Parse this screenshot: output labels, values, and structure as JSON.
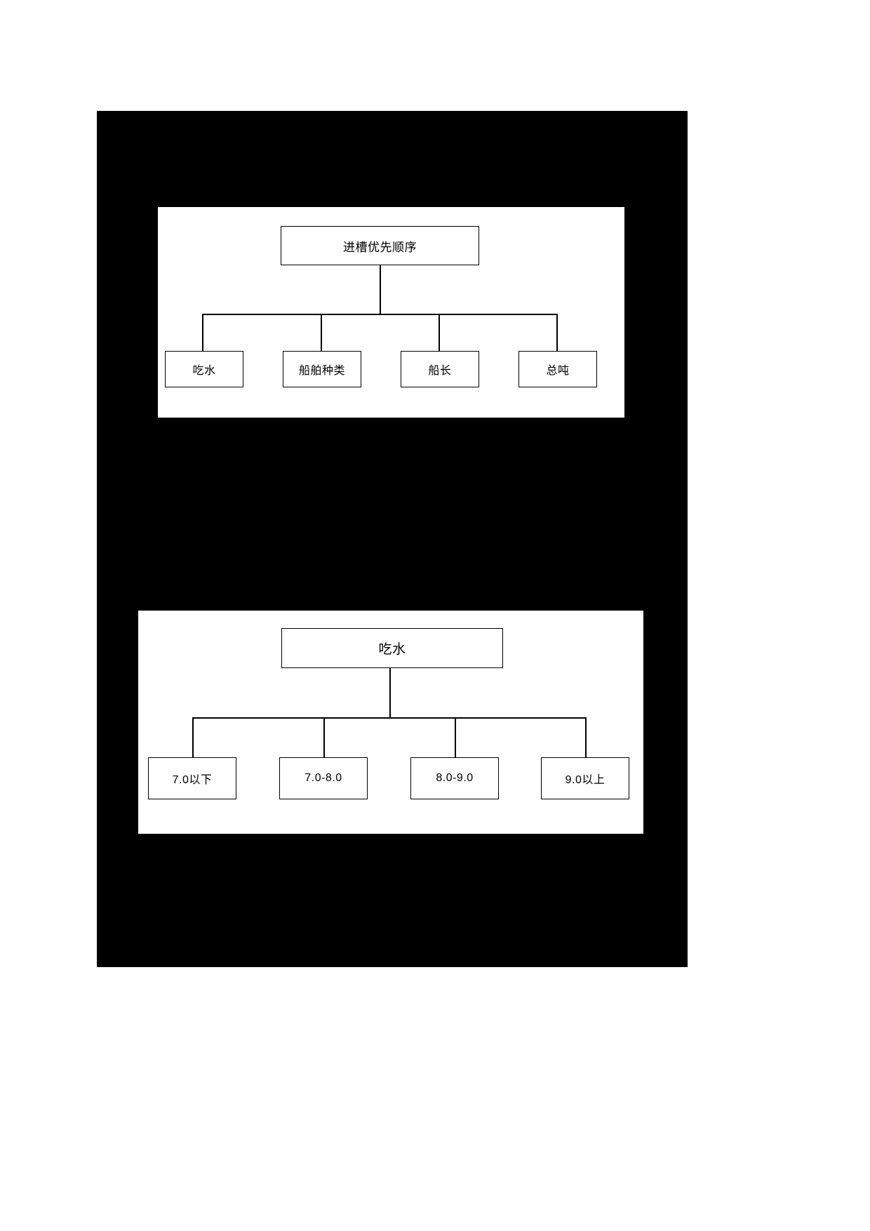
{
  "page": {
    "background": "#ffffff",
    "plate_color": "#000000",
    "panel_color": "#ffffff",
    "line_color": "#000000"
  },
  "diagrams": [
    {
      "name": "entry-priority-order",
      "root": {
        "label": "进槽优先顺序"
      },
      "children": [
        {
          "label": "吃水"
        },
        {
          "label": "船舶种类"
        },
        {
          "label": "船长"
        },
        {
          "label": "总吨"
        }
      ]
    },
    {
      "name": "draft-ranges",
      "root": {
        "label": "吃水"
      },
      "children": [
        {
          "label": "7.0以下"
        },
        {
          "label": "7.0-8.0"
        },
        {
          "label": "8.0-9.0"
        },
        {
          "label": "9.0以上"
        }
      ]
    }
  ]
}
